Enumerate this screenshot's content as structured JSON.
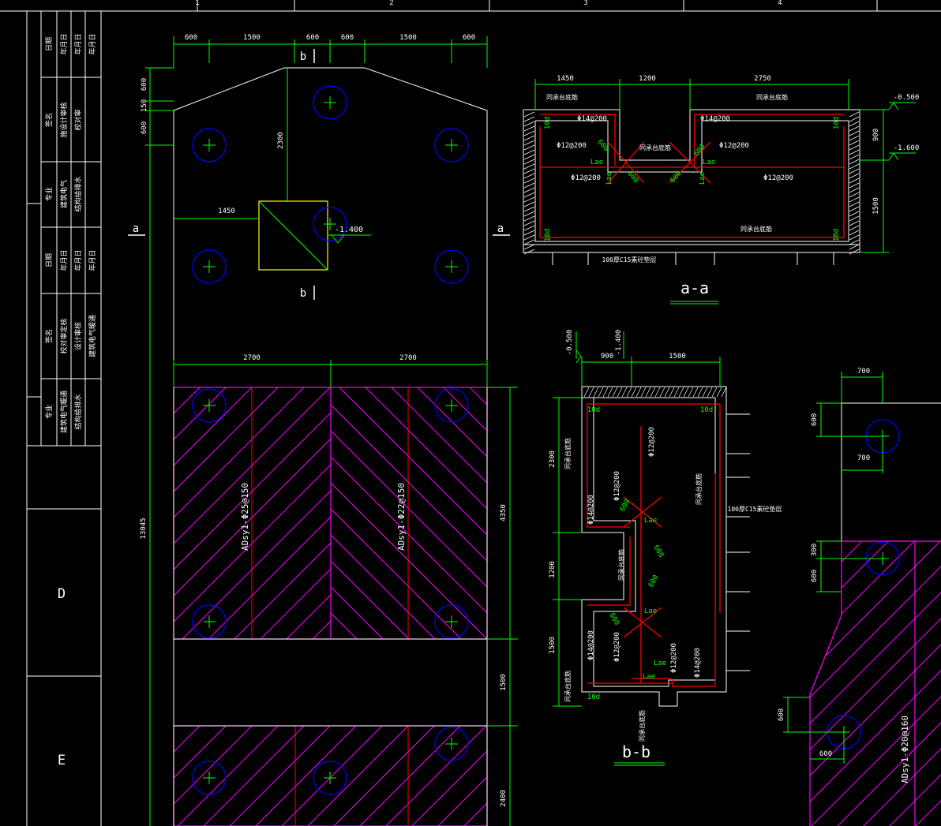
{
  "colors": {
    "background": "#000000",
    "outline": "#ffffff",
    "dimension": "#00ff00",
    "pile": "#0000ff",
    "pile_center": "#00ff00",
    "hatch": "#ff00ff",
    "rebar": "#ff0000",
    "note": "#ffffff",
    "pit": "#ffff00"
  },
  "title_block": {
    "col1": [
      "日期",
      "签名",
      "专业",
      "日期",
      "签名",
      "专业"
    ],
    "col2": [
      "年月日",
      "施设计审核",
      "建筑电气",
      "年月日",
      "校对审定核",
      "建筑电气暖通"
    ],
    "col3": [
      "年月日",
      "校对审",
      "结构给排水",
      "年月日",
      "设计审核",
      "结构给排水"
    ],
    "grid_d": "D",
    "grid_e": "E"
  },
  "top_grid": [
    "1",
    "2",
    "3",
    "4"
  ],
  "plan": {
    "top_dims": [
      "600",
      "1500",
      "600",
      "600",
      "1500",
      "600"
    ],
    "left_dims": [
      "600",
      "150",
      "600"
    ],
    "dim_2300": "2300",
    "dim_1450": "1450",
    "elev_pit": "-1.400",
    "section_b_top": "b",
    "section_b_bottom": "b",
    "section_a_left": "a",
    "section_a_right": "a",
    "bottom_dims": [
      "2700",
      "2700"
    ],
    "right_dims": [
      "4350",
      "1500",
      "2400"
    ],
    "total_height": "13045",
    "rebar_label_left": "ADsy1-Φ25@150",
    "rebar_label_right": "ADsy1-Φ22@150"
  },
  "section_aa": {
    "title": "a-a",
    "top_dims": [
      "1450",
      "1200",
      "2750"
    ],
    "right_dims": [
      "900",
      "1500"
    ],
    "elevations": [
      "-0.500",
      "-1.600"
    ],
    "rebar_labels": [
      "Φ14@200",
      "Φ14@200",
      "Φ12@200",
      "Φ12@200",
      "Φ12@200",
      "Φ12@200"
    ],
    "notes": [
      "同承台底筋",
      "同承台底筋",
      "同承台底筋",
      "同承台底筋"
    ],
    "lae": [
      "Lae",
      "Lae",
      "Lae",
      "Lae"
    ],
    "dims_600": [
      "600",
      "600",
      "600",
      "600"
    ],
    "ten_d": [
      "10d",
      "10d",
      "10d",
      "10d"
    ],
    "cushion": "100厚C15素砼垫层"
  },
  "section_bb": {
    "title": "b-b",
    "top_dims": [
      "900",
      "1500"
    ],
    "elevations": [
      "-0.500",
      "-1.400"
    ],
    "left_dims": [
      "2300",
      "1200",
      "1500"
    ],
    "rebar_labels": [
      "Φ12@200",
      "Φ12@200",
      "Φ14@200",
      "Φ14@200",
      "Φ12@200",
      "Φ12@200",
      "Φ14@200"
    ],
    "notes": [
      "同承台底筋",
      "同承台底筋",
      "同承台底筋",
      "同承台底筋",
      "同承台底筋"
    ],
    "lae": [
      "Lae",
      "Lae",
      "Lae",
      "Lae"
    ],
    "dims_600": [
      "600",
      "600",
      "600",
      "600"
    ],
    "ten_d": [
      "10d",
      "10d",
      "10d"
    ],
    "cushion": "100厚C15素砼垫层"
  },
  "right_partial": {
    "dims": [
      "700",
      "600",
      "700",
      "300",
      "600",
      "600",
      "600"
    ],
    "rebar_label": "ADsy1-Φ20@160"
  }
}
